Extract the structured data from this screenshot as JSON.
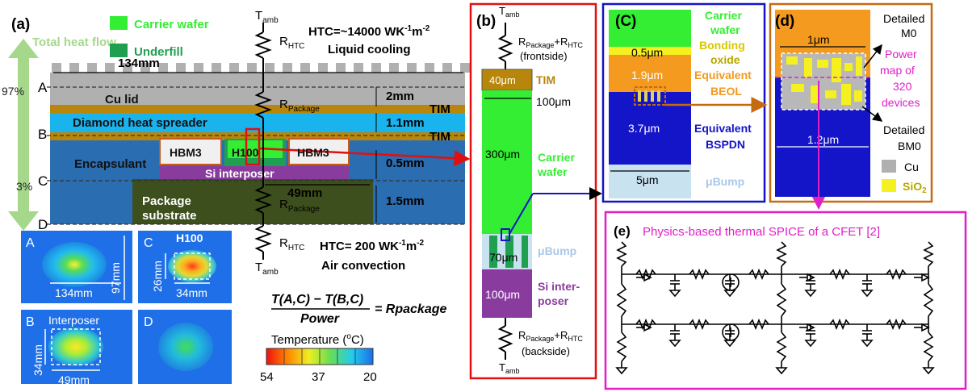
{
  "panel_a": {
    "label": "(a)",
    "heat_flow": "Total heat flow",
    "legend_carrier": "Carrier wafer",
    "legend_underfill": "Underfill",
    "t_amb": "T",
    "t_amb_sub": "amb",
    "r_htc": "R",
    "r_htc_sub": "HTC",
    "htc_top": "HTC=~14000 WK",
    "htc_top_sup1": "-1",
    "htc_top_m": "m",
    "htc_top_sup2": "-2",
    "liquid": "Liquid cooling",
    "dim_134": "134mm",
    "pct_97": "97%",
    "pct_3": "3%",
    "lA": "A",
    "lB": "B",
    "lC": "C",
    "lD": "D",
    "cu_lid": "Cu lid",
    "r_pkg": "R",
    "r_pkg_sub": "Package",
    "dim_2mm": "2mm",
    "tim1": "TIM",
    "tim2": "TIM",
    "diamond": "Diamond heat spreader",
    "dim_11": "1.1mm",
    "encapsulant": "Encapsulant",
    "hbm_left": "HBM3",
    "h100": "H100",
    "hbm_right": "HBM3",
    "si_interposer": "Si interposer",
    "dim_05": "0.5mm",
    "dim_49": "49mm",
    "pkg_sub_1": "Package",
    "pkg_sub_2": "substrate",
    "dim_15": "1.5mm",
    "htc_bot": "HTC= 200 WK",
    "htc_bot_sup1": "-1",
    "htc_bot_m": "m",
    "htc_bot_sup2": "-2",
    "air": "Air convection",
    "map_A": "A",
    "map_A_w": "134mm",
    "map_A_h": "97mm",
    "map_B": "B",
    "map_B_title": "Interposer",
    "map_B_h": "34mm",
    "map_B_w": "49mm",
    "map_C": "C",
    "map_C_title": "H100",
    "map_C_h": "26mm",
    "map_C_w": "34mm",
    "map_D": "D",
    "eq_num": "T(A,C) − T(B,C)",
    "eq_den": "Power",
    "eq_rhs": "= Rpackage",
    "temp_title": "Temperature (",
    "temp_unit_sup": "o",
    "temp_unit": "C)",
    "temp_54": "54",
    "temp_37": "37",
    "temp_20": "20"
  },
  "panel_b": {
    "label": "(b)",
    "t_amb_top": "T",
    "t_amb_sub": "amb",
    "r_top": "R",
    "r_top_sub1": "Package",
    "r_top_mid": "+R",
    "r_top_sub2": "HTC",
    "frontside": "(frontside)",
    "tim_thick": "40μm",
    "tim": "TIM",
    "width": "100μm",
    "carrier_thick": "300μm",
    "carrier_1": "Carrier",
    "carrier_2": "wafer",
    "bump_thick": "70μm",
    "bump": "μBump",
    "si_thick": "100μm",
    "si_1": "Si inter-",
    "si_2": "poser",
    "r_bot": "R",
    "r_bot_sub1": "Package",
    "r_bot_mid": "+R",
    "r_bot_sub2": "HTC",
    "backside": "(backside)",
    "t_amb_bot": "T",
    "t_amb_bot_sub": "amb"
  },
  "panel_c": {
    "label": "(C)",
    "carrier_1": "Carrier",
    "carrier_2": "wafer",
    "bonding_1": "Bonding",
    "bonding_2": "oxide",
    "dim_05": "0.5μm",
    "dim_19": "1.9μm",
    "beol_1": "Equivalent",
    "beol_2": "BEOL",
    "dim_37": "3.7μm",
    "bspdn_1": "Equivalent",
    "bspdn_2": "BSPDN",
    "dim_5": "5μm",
    "bump": "μBump"
  },
  "panel_d": {
    "label": "(d)",
    "dim_1": "1μm",
    "m0_1": "Detailed",
    "m0_2": "M0",
    "power_1": "Power",
    "power_2": "map of",
    "power_3": "320",
    "power_4": "devices",
    "bm0_1": "Detailed",
    "bm0_2": "BM0",
    "dim_12": "1.2μm",
    "cu": "Cu",
    "sio2": "SiO",
    "sio2_sub": "2"
  },
  "panel_e": {
    "label": "(e)",
    "title": "Physics-based thermal SPICE of a CFET [2]"
  },
  "colors": {
    "carrier": "#33ee33",
    "underfill": "#1fa050",
    "cu_lid": "#b0b0b0",
    "tim": "#b8860b",
    "diamond": "#19b4ee",
    "encapsulant": "#2a6db0",
    "interposer": "#8a3c9e",
    "substrate": "#3d4f1c",
    "beol": "#f39a1f",
    "bonding": "#f5f020",
    "bspdn": "#1414c8",
    "bump": "#c8e2f0",
    "magenta": "#e01fc8"
  }
}
